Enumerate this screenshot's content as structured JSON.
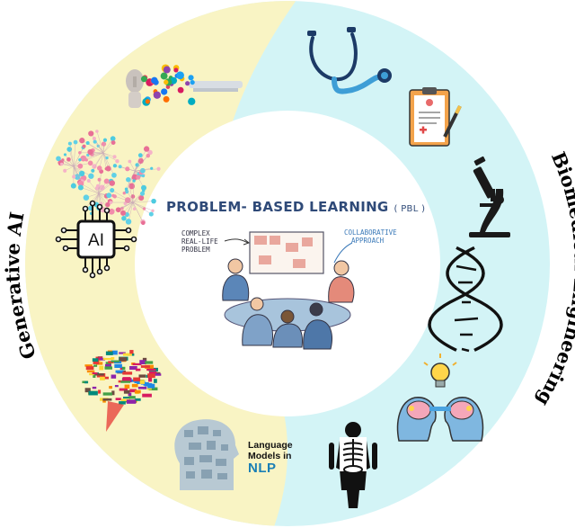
{
  "left_label": "Generative AI",
  "right_label": "Biomedical Engineering",
  "center": {
    "title": "PROBLEM- BASED LEARNING",
    "abbr": "( PBL )",
    "left_note": [
      "COMPLEX",
      "REAL-LIFE",
      "PROBLEM"
    ],
    "right_note": [
      "COLLABORATIVE",
      "APPROACH"
    ]
  },
  "ai_chip_label": "AI",
  "nlp_card": {
    "line1": "Language",
    "line2": "Models in",
    "line3": "NLP"
  },
  "icons": {
    "left": [
      "robot-face-icon",
      "network-graph-icon",
      "ai-chip-icon",
      "word-cloud-brain-icon",
      "language-model-head-icon"
    ],
    "right": [
      "stethoscope-icon",
      "medical-clipboard-icon",
      "microscope-icon",
      "dna-helix-icon",
      "brain-idea-icon",
      "skeleton-xray-icon"
    ]
  },
  "colors": {
    "left_half": "#f9f4c4",
    "right_half": "#d3f4f6",
    "title_blue": "#2f4a78",
    "nlp_blue": "#1a7fb5"
  }
}
